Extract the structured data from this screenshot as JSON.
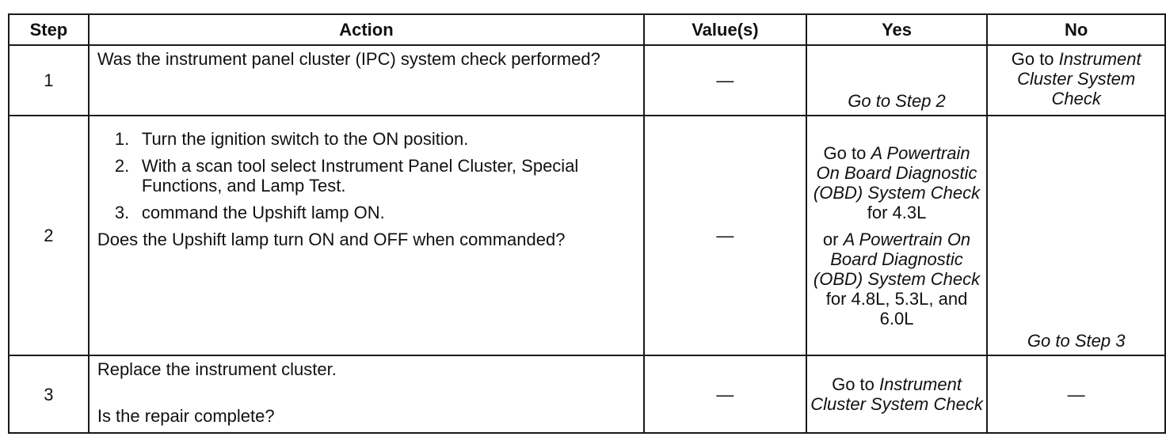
{
  "headers": {
    "step": "Step",
    "action": "Action",
    "values": "Value(s)",
    "yes": "Yes",
    "no": "No"
  },
  "rows": [
    {
      "step": "1",
      "action": "Was the instrument panel cluster (IPC) system check performed?",
      "value": "—",
      "yes": "Go to Step 2",
      "no_prefix": "Go to",
      "no_link": "Instrument Cluster System Check"
    },
    {
      "step": "2",
      "substeps": [
        {
          "num": "1.",
          "text": "Turn the ignition switch to the ON position."
        },
        {
          "num": "2.",
          "text": "With a scan tool select Instrument Panel Cluster, Special Functions, and Lamp Test."
        },
        {
          "num": "3.",
          "text": "command the Upshift lamp ON."
        }
      ],
      "question": "Does the Upshift lamp turn ON and OFF when commanded?",
      "value": "—",
      "yes_prefix_1": "Go to",
      "yes_link_1": "A Powertrain On Board Diagnostic (OBD) System Check",
      "yes_suffix_1": "for 4.3L",
      "yes_prefix_2": "or",
      "yes_link_2": "A Powertrain On Board Diagnostic (OBD) System Check",
      "yes_suffix_2": "for 4.8L, 5.3L, and 6.0L",
      "no": "Go to Step 3"
    },
    {
      "step": "3",
      "action": "Replace the instrument cluster.",
      "question": "Is the repair complete?",
      "value": "—",
      "yes_prefix": "Go to",
      "yes_link": "Instrument Cluster System Check",
      "no": "—"
    }
  ]
}
